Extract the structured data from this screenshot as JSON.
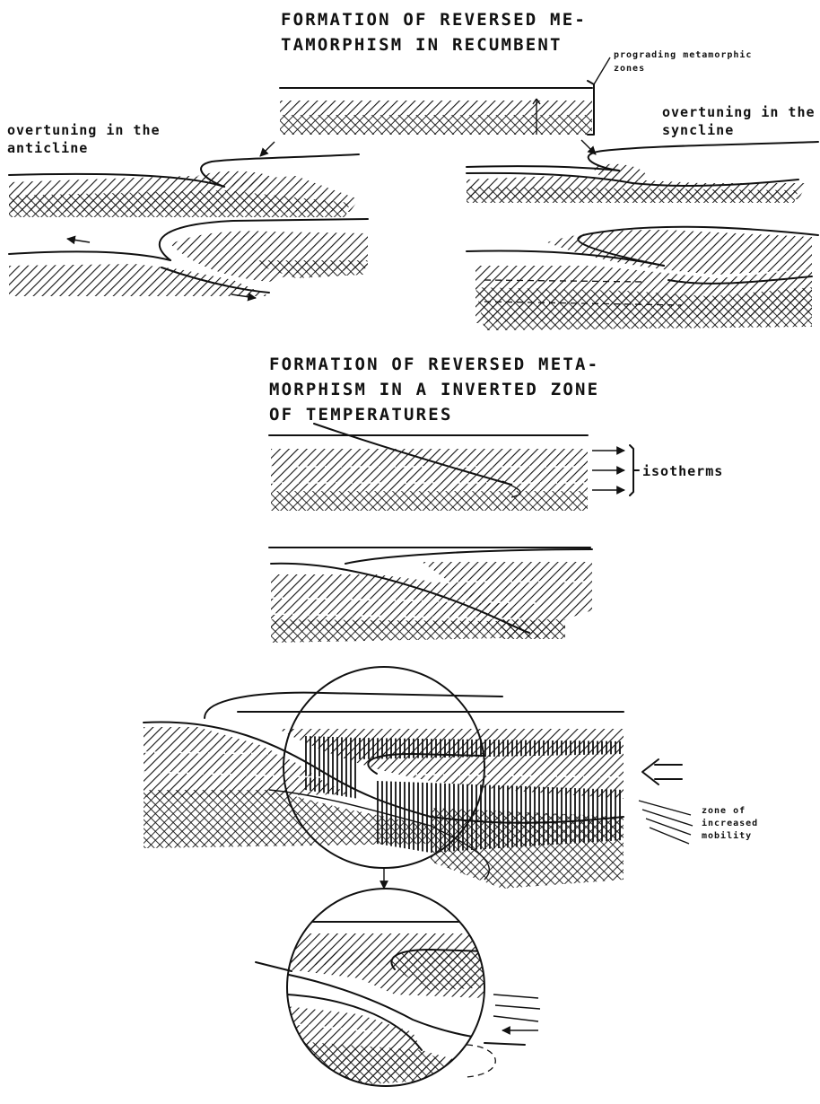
{
  "titles": {
    "recumbent_line1": "FORMATION OF REVERSED ME-",
    "recumbent_line2": "TAMORPHISM IN RECUMBENT",
    "inverted_line1": "FORMATION OF REVERSED  META-",
    "inverted_line2": "MORPHISM IN A INVERTED  ZONE",
    "inverted_line3": "OF TEMPERATURES"
  },
  "labels": {
    "prograding_line1": "prograding metamorphic",
    "prograding_line2": "zones",
    "anticline_line1": "overtuning in the",
    "anticline_line2": "anticline",
    "syncline_line1": "overtuning in the",
    "syncline_line2": "syncline",
    "isotherms": "isotherms",
    "mobility_line1": "zone of",
    "mobility_line2": "increased",
    "mobility_line3": "mobility"
  },
  "colors": {
    "ink": "#111111",
    "paper": "#ffffff"
  }
}
